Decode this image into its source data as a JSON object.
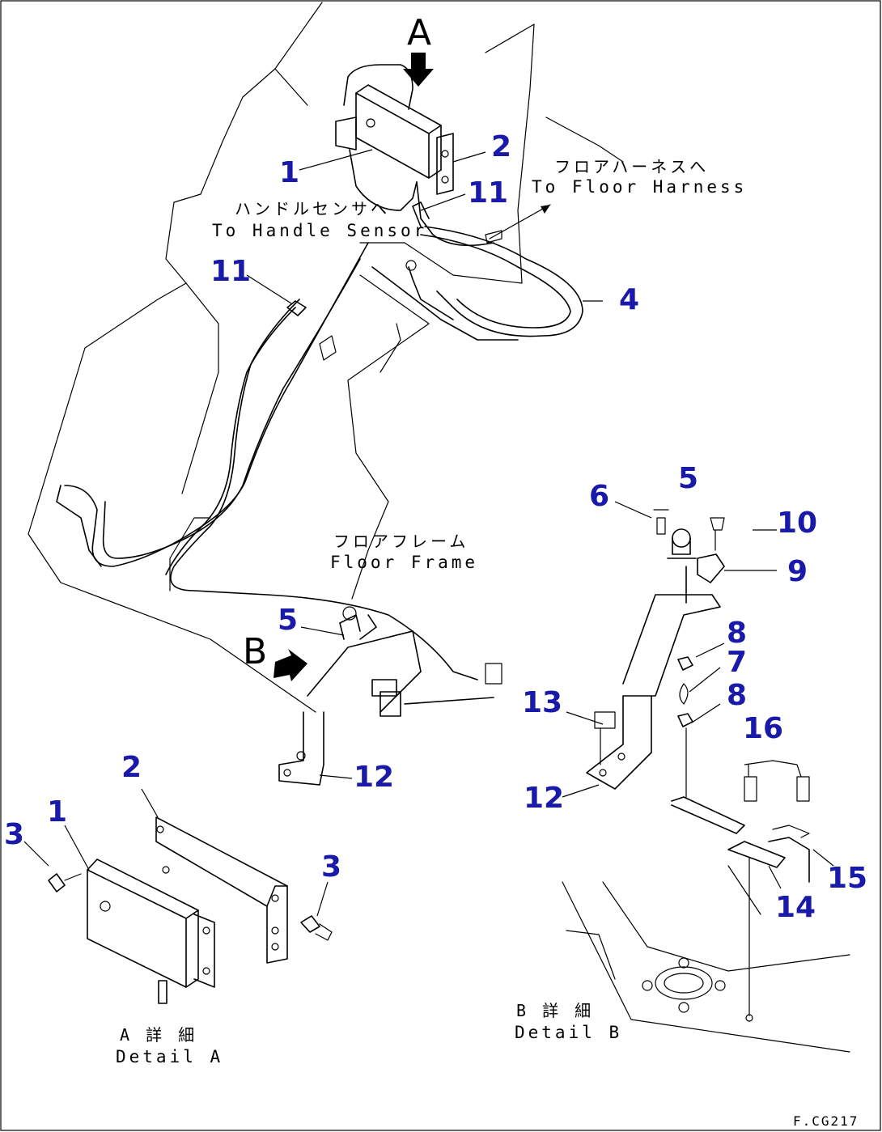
{
  "callouts": [
    {
      "id": "c1",
      "label": "1"
    },
    {
      "id": "c2",
      "label": "2"
    },
    {
      "id": "c11a",
      "label": "11"
    },
    {
      "id": "c11b",
      "label": "11"
    },
    {
      "id": "c4",
      "label": "4"
    },
    {
      "id": "c6",
      "label": "6"
    },
    {
      "id": "c5a",
      "label": "5"
    },
    {
      "id": "c10",
      "label": "10"
    },
    {
      "id": "c9",
      "label": "9"
    },
    {
      "id": "c8a",
      "label": "8"
    },
    {
      "id": "c7",
      "label": "7"
    },
    {
      "id": "c8b",
      "label": "8"
    },
    {
      "id": "c5b",
      "label": "5"
    },
    {
      "id": "c13",
      "label": "13"
    },
    {
      "id": "c16",
      "label": "16"
    },
    {
      "id": "c12a",
      "label": "12"
    },
    {
      "id": "c12b",
      "label": "12"
    },
    {
      "id": "c2d",
      "label": "2"
    },
    {
      "id": "c1d",
      "label": "1"
    },
    {
      "id": "c3a",
      "label": "3"
    },
    {
      "id": "c3b",
      "label": "3"
    },
    {
      "id": "c15",
      "label": "15"
    },
    {
      "id": "c14",
      "label": "14"
    }
  ],
  "notes": {
    "floor_harness_jp": "フロアハーネスへ",
    "floor_harness_en": "To Floor Harness",
    "handle_sensor_jp": "ハンドルセンサへ",
    "handle_sensor_en": "To Handle Sensor",
    "floor_frame_jp": "フロアフレーム",
    "floor_frame_en": "Floor Frame",
    "view_a": "A",
    "view_b": "B",
    "detail_a_jp": "A 詳 細",
    "detail_a_en": "Detail A",
    "detail_b_jp": "B 詳 細",
    "detail_b_en": "Detail B",
    "drawing_code": "F.CG217"
  }
}
